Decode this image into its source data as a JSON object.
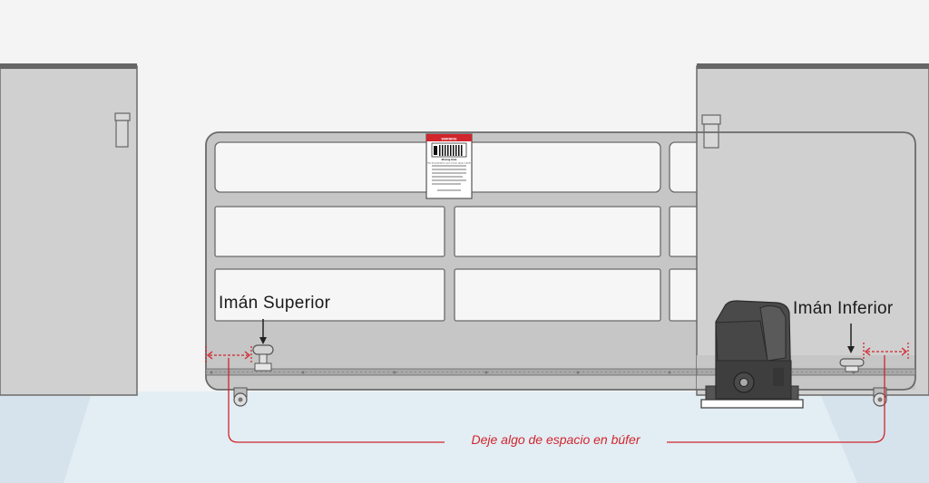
{
  "labels": {
    "upper_magnet": "Imán Superior",
    "lower_magnet": "Imán Inferior",
    "buffer_note": "Deje algo de espacio en búfer"
  },
  "warning_sign": {
    "header": "WARNING",
    "title": "Moving Gate",
    "subtitle": "Has the potential to cause serious injury or death"
  },
  "colors": {
    "background": "#f4f4f4",
    "ground": "#e3edf4",
    "wall": "#d0d0d0",
    "gate": "#c6c6c6",
    "outline": "#6a6a6a",
    "accent_red": "#d0262c",
    "motor": "#4a4a4a"
  }
}
